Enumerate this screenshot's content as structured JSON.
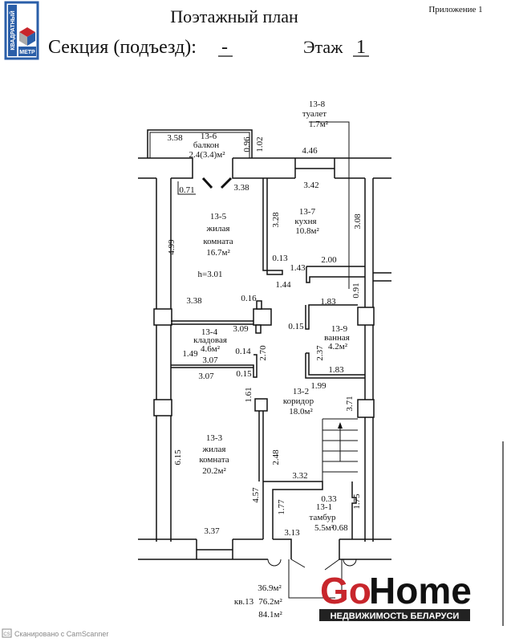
{
  "header": {
    "appendix": "Приложение 1",
    "title": "Поэтажный план",
    "section_label": "Секция (подъезд):",
    "section_value": "-",
    "floor_label": "Этаж",
    "floor_value": "1"
  },
  "logo_left": {
    "line1": "КВАДРАТНЫЙ",
    "line2": "МЕТР",
    "color": "#2a5ea8"
  },
  "rooms": [
    {
      "id": "13-8",
      "name": "туалет",
      "area": "1.7м²"
    },
    {
      "id": "13-6",
      "name": "балкон",
      "area": "2.4(3.4)м²"
    },
    {
      "id": "13-7",
      "name": "кухня",
      "area": "10.8м²"
    },
    {
      "id": "13-5",
      "name": "жилая",
      "name2": "комната",
      "area": "16.7м²"
    },
    {
      "id": "13-4",
      "name": "кладовая",
      "area": "4.6м²"
    },
    {
      "id": "13-9",
      "name": "ванная",
      "area": "4.2м²"
    },
    {
      "id": "13-2",
      "name": "коридор",
      "area": "18.0м²"
    },
    {
      "id": "13-3",
      "name": "жилая",
      "name2": "комната",
      "area": "20.2м²"
    },
    {
      "id": "13-1",
      "name": "тамбур",
      "area": "5.5м²"
    }
  ],
  "height_note": "h=3.01",
  "dims": [
    "3.58",
    "0.96",
    "1.02",
    "4.46",
    "0.71",
    "3.38",
    "3.42",
    "3.28",
    "3.08",
    "4.99",
    "0.13",
    "1.43",
    "2.00",
    "1.44",
    "0.91",
    "3.38",
    "0.16",
    "1.83",
    "3.09",
    "0.15",
    "1.49",
    "3.07",
    "0.14",
    "2.70",
    "2.37",
    "3.07",
    "0.15",
    "1.83",
    "1.99",
    "1.61",
    "3.71",
    "6.15",
    "2.48",
    "3.32",
    "4.57",
    "0.33",
    "1.77",
    "1.75",
    "3.37",
    "3.13",
    "0.68"
  ],
  "totals": {
    "apartment": "кв.13",
    "a1": "36.9м²",
    "a2": "76.2м²",
    "a3": "84.1м²"
  },
  "watermark": {
    "go": "Go",
    "home": "Home",
    "tagline": "НЕДВИЖИМОСТЬ БЕЛАРУСИ",
    "accent": "#c8262c"
  },
  "scanner": "Сканировано с CamScanner"
}
